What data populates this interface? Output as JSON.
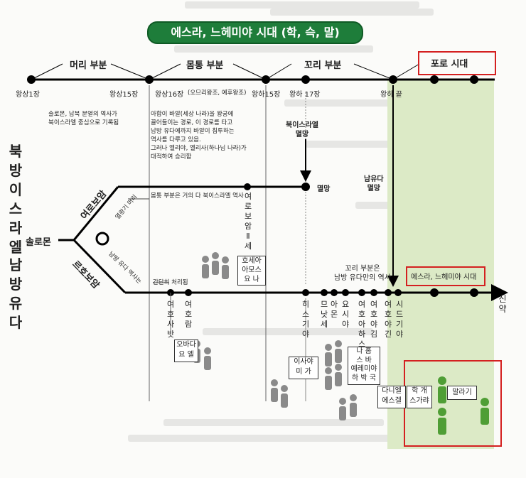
{
  "title": "에스라, 느헤미야 시대 (학, 슥, 말)",
  "top_sections": {
    "head": "머리 부분",
    "body": "몸통 부분",
    "tail": "꼬리 부분"
  },
  "exile_label": "포로 시대",
  "timeline": {
    "p1": "왕상1장",
    "p2": "왕상15장",
    "p3": "왕상16장",
    "p3_note": "(오므리왕조, 예후왕조)",
    "p4": "왕하15장",
    "p5": "왕하 17장",
    "p6": "왕하 끝"
  },
  "notes": {
    "head": "솔로몬, 남북 분열의 역사가\n북이스라엘 중심으로 기록됨",
    "body": "아합이 바알(세상 나라)을 왕궁에\n끌어들이는 경로, 이 경로를 타고\n남방 유다에까지 바알이 침투하는\n역사를 다루고 있음.\n그러나 엘리야, 엘리사(하나님 나라)가\n대적하여 승리함",
    "north_mostly": "몸통 부분은 거의 다 북이스라엘 역사",
    "tail_south": "꼬리 부분은\n남방 유다만의 역사",
    "brief": "간단히 처리됨"
  },
  "left_side": {
    "north_vertical": "북방이스라엘",
    "dash": "—",
    "south_vertical": "남방유다",
    "solomon": "솔로몬",
    "jeroboam": "여로보암",
    "rehoboam": "르호보암",
    "jeroboam_note": "열왕기 머리",
    "rehoboam_note": "남방 유다 역사는"
  },
  "events": {
    "north_fall": "북이스라엘\n멸망",
    "fall": "멸망",
    "south_fall": "남유다\n멸망",
    "new_testament": "신약",
    "ezra_nehemiah_era": "에스라, 느헤미야 시대"
  },
  "north_king": "여로보암Ⅱ세",
  "kings": [
    "여호사밧",
    "여호람",
    "히스기야",
    "므낫세",
    "아몬",
    "요시야",
    "여호아하스",
    "여호야김",
    "여호야긴",
    "시드기야"
  ],
  "prophets": {
    "hosea_amos": [
      "호세아",
      "아모스",
      "요  나"
    ],
    "obadiah_joel": [
      "오바다",
      "요  엘"
    ],
    "isaiah_micah": [
      "이사야",
      "미  가"
    ],
    "nahum_group": [
      "나 홈",
      "스 바",
      "예레미야",
      "하 박 국"
    ],
    "daniel_ezekiel": [
      "다니엘",
      "에스겔"
    ],
    "haggai_zech": [
      "학  개",
      "스가랴"
    ],
    "malachi": "말라기"
  },
  "colors": {
    "title_bg": "#1e7d3a",
    "highlight": "#d42020",
    "green_zone": "#dceac6",
    "figure_gray": "#808080",
    "figure_green": "#4f9e35"
  }
}
